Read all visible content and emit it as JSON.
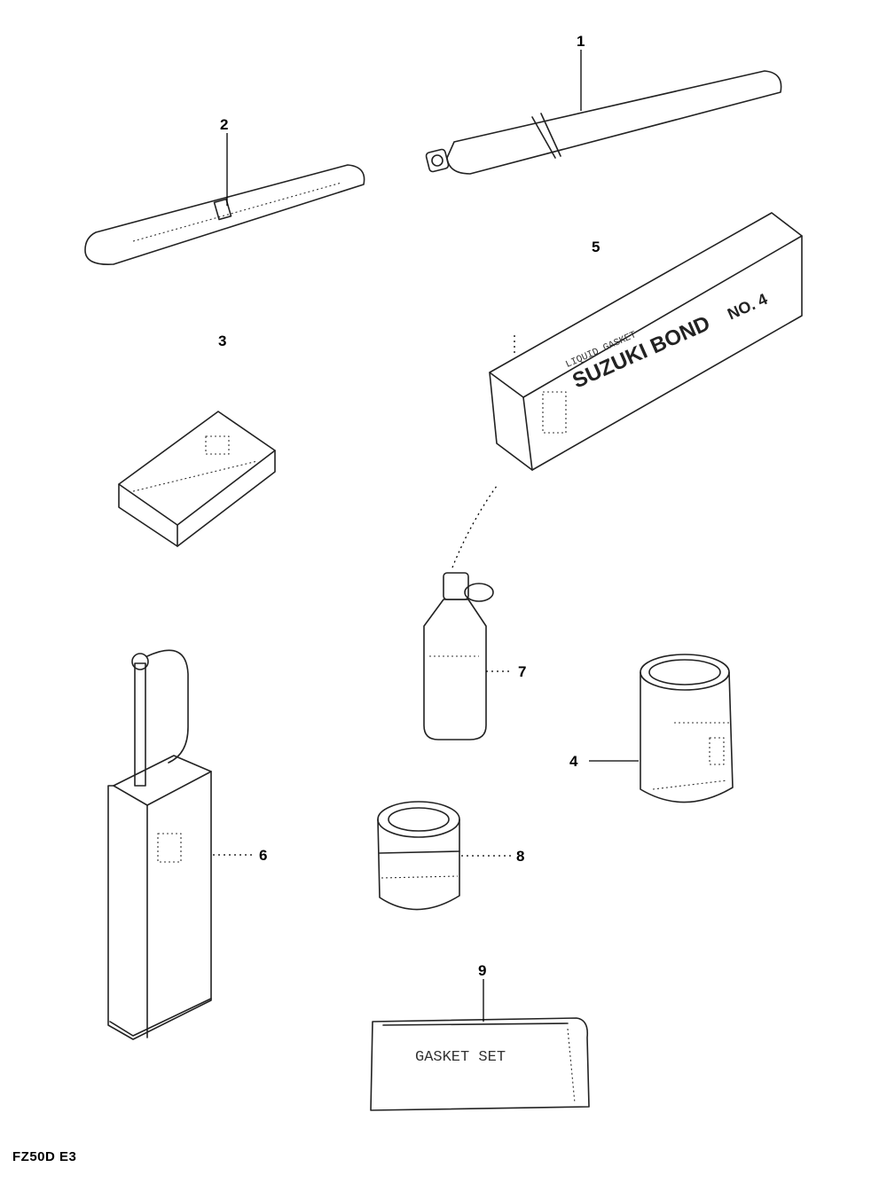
{
  "callouts": {
    "c1": "1",
    "c2": "2",
    "c3": "3",
    "c4": "4",
    "c5": "5",
    "c6": "6",
    "c7": "7",
    "c8": "8",
    "c9": "9"
  },
  "package_text": {
    "liquid_gasket_small": "LIQUID GASKET",
    "bond_brand": "SUZUKI BOND",
    "bond_number": "NO. 4",
    "gasket_set": "GASKET SET"
  },
  "footer": {
    "model_code": "FZ50D E3"
  }
}
